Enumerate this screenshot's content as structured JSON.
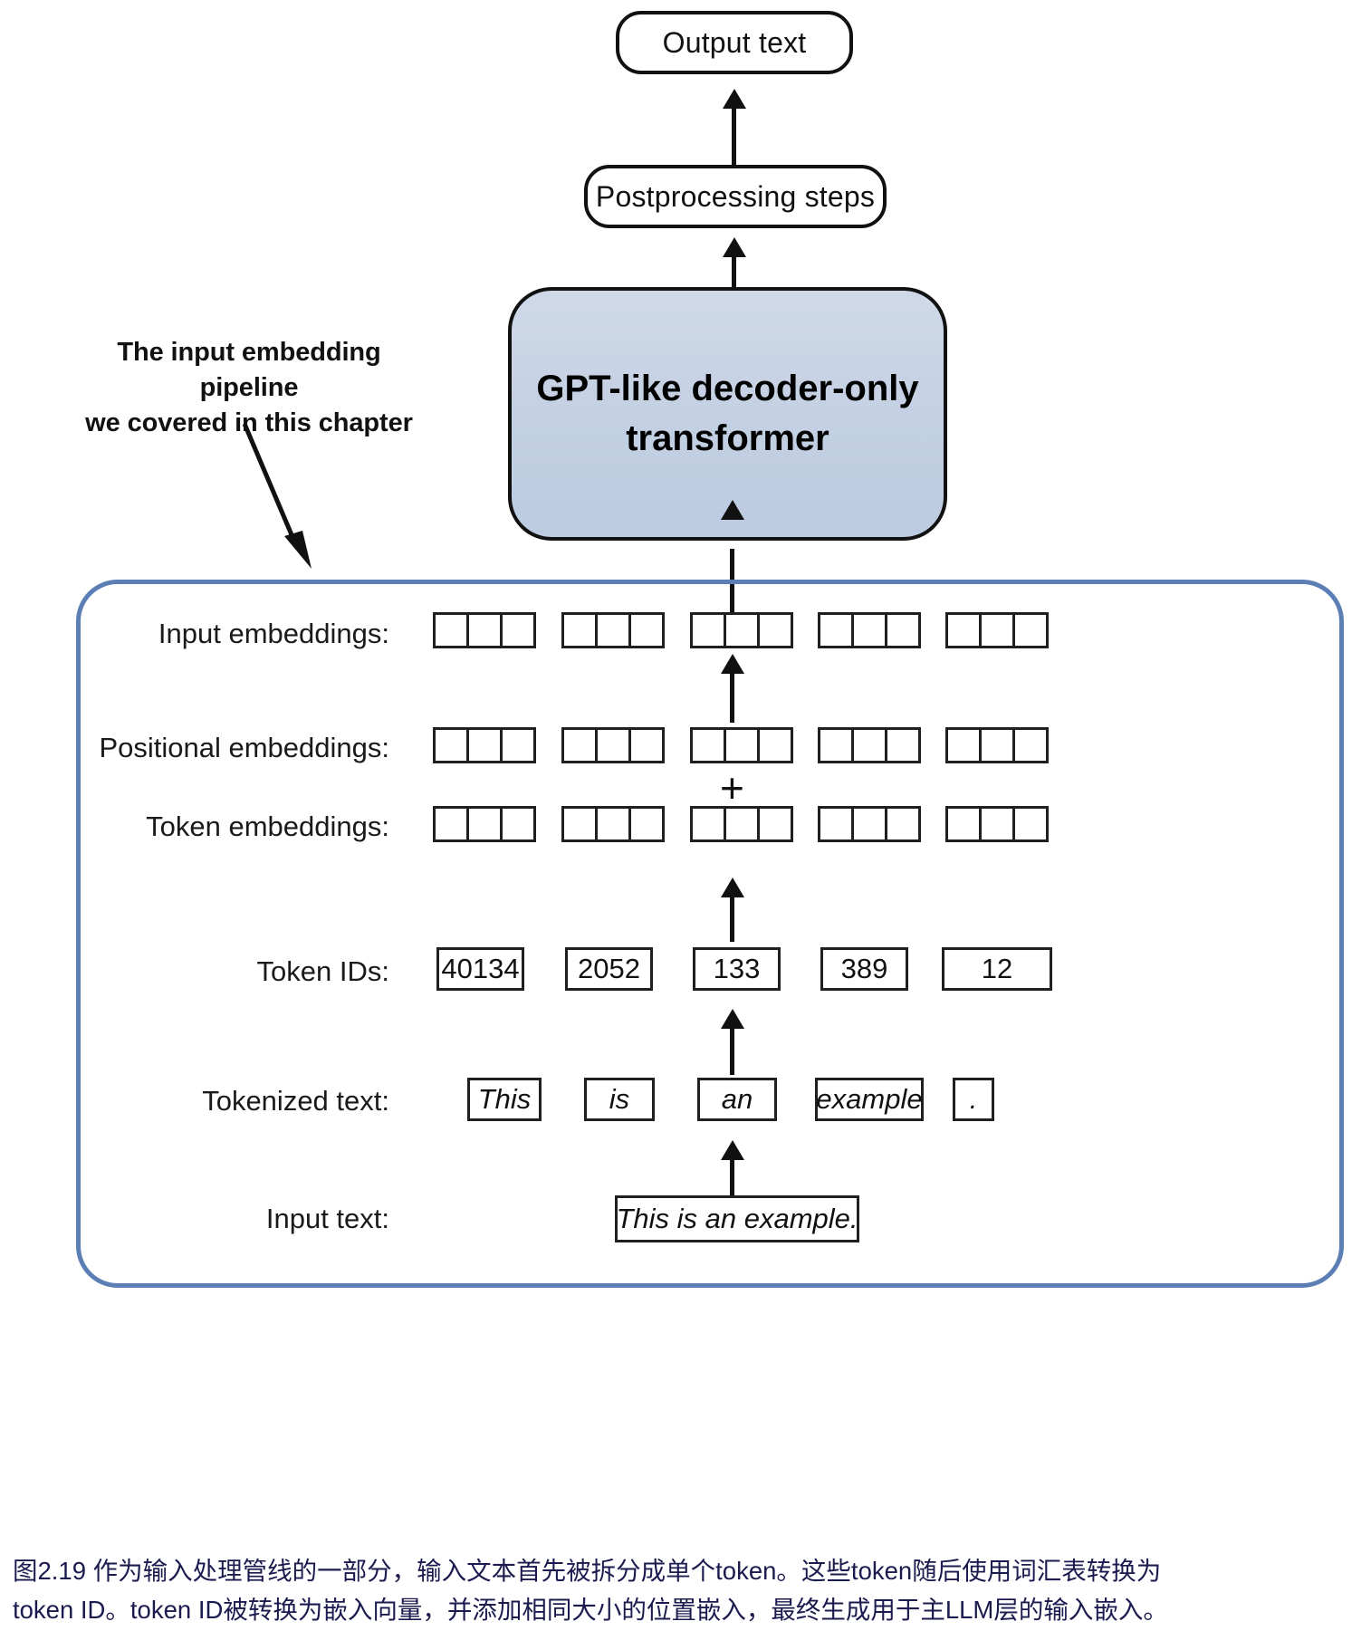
{
  "figure": {
    "top_boxes": [
      {
        "id": "output-text",
        "label": "Output text"
      },
      {
        "id": "postprocessing",
        "label": "Postprocessing steps"
      }
    ],
    "transformer": {
      "label": "GPT-like\ndecoder-only\ntransformer",
      "fill_color": "#c6d2e4",
      "border_color": "#111111"
    },
    "annotation": {
      "text": "The input embedding pipeline\nwe covered in this chapter"
    },
    "pipeline": {
      "border_color": "#5b7fb4",
      "rows": [
        {
          "id": "input-embeddings",
          "label": "Input embeddings:",
          "kind": "embedding",
          "groups": 5,
          "cells_per_group": 3
        },
        {
          "id": "positional-embeddings",
          "label": "Positional embeddings:",
          "kind": "embedding",
          "groups": 5,
          "cells_per_group": 3
        },
        {
          "id": "token-embeddings",
          "label": "Token embeddings:",
          "kind": "embedding",
          "groups": 5,
          "cells_per_group": 3
        },
        {
          "id": "token-ids",
          "label": "Token IDs:",
          "kind": "values",
          "values": [
            "40134",
            "2052",
            "133",
            "389",
            "12"
          ]
        },
        {
          "id": "tokenized-text",
          "label": "Tokenized text:",
          "kind": "values",
          "italic": true,
          "values": [
            "This",
            "is",
            "an",
            "example",
            "."
          ]
        },
        {
          "id": "input-text",
          "label": "Input text:",
          "kind": "single",
          "italic": true,
          "values": [
            "This is an example."
          ]
        }
      ],
      "plus_symbol": "+"
    }
  },
  "caption": {
    "line1": "图2.19 作为输入处理管线的一部分，输入文本首先被拆分成单个token。这些token随后使用词汇表转换为",
    "line2": "token ID。token ID被转换为嵌入向量，并添加相同大小的位置嵌入，最终生成用于主LLM层的输入嵌入。"
  }
}
